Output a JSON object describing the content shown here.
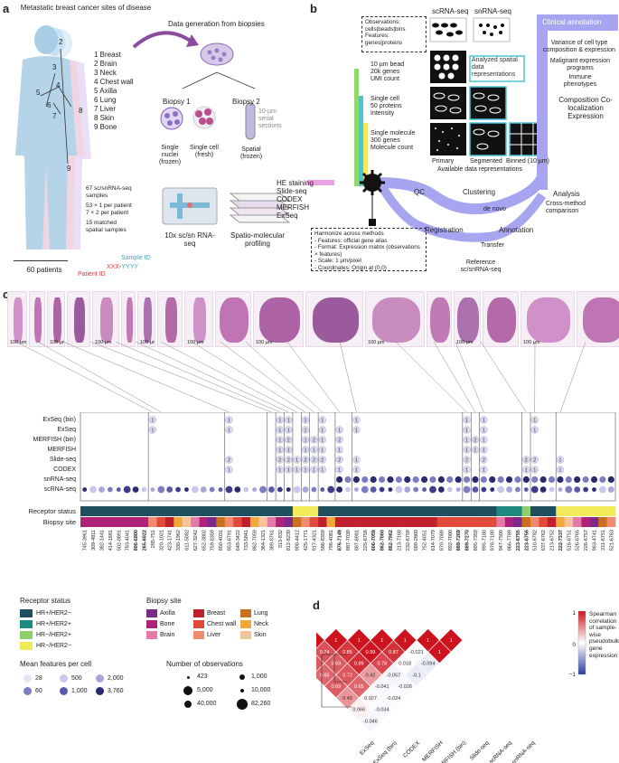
{
  "panel_a": {
    "label": "a",
    "title": "Metastatic breast cancer sites of disease",
    "sites": [
      "1 Breast",
      "2 Brain",
      "3 Neck",
      "4 Chest wall",
      "5 Axilla",
      "6 Lung",
      "7 Liver",
      "8 Skin",
      "9 Bone"
    ],
    "body_numbers": [
      "2",
      "3",
      "4",
      "5",
      "6",
      "7",
      "8",
      "9"
    ],
    "samples_text": [
      "67 sc/snRNA-seq",
      "samples",
      "53 × 1 per patient",
      "7 × 2 per patient",
      "15 matched",
      "spatial samples"
    ],
    "patients": "60 patients",
    "sample_id_label": "Sample ID",
    "patient_id_label": "Patient ID",
    "id_format_patient": "XXX",
    "id_format_sample": "YYYY",
    "data_gen_title": "Data generation from biopsies",
    "biopsy1": "Biopsy 1",
    "biopsy2": "Biopsy 2",
    "single_nuclei": "Single nuclei (frozen)",
    "single_cell": "Single cell (fresh)",
    "serial_sections": "10-µm serial sections",
    "spatial_frozen": "Spatial (frozen)",
    "rna_seq": "10x sc/sn RNA-seq",
    "spatio_profiling": "Spatio-molecular profiling"
  },
  "panel_b": {
    "label": "b",
    "scrna": "scRNA-seq",
    "snrna": "snRNA-seq",
    "clinical": "Clinical annotation",
    "obs_box": "Observations: cells|beads|bins Features: genes|proteins",
    "tier1": [
      "10 µm bead",
      "20k genes",
      "UMI count"
    ],
    "tier2": [
      "Single cell",
      "50 proteins",
      "Intensity"
    ],
    "tier3": [
      "Single molecule",
      "300 genes",
      "Molecule count"
    ],
    "analyzed": "Analyzed spatial data representations",
    "reps": [
      "Primary",
      "Segmented",
      "Binned (10 µm)"
    ],
    "available": "Available data representations",
    "methods": [
      "HE staining",
      "Slide-seq",
      "CODEX",
      "MERFISH",
      "ExSeq"
    ],
    "qc": "QC",
    "clustering": "Clustering",
    "denovo": "de novo",
    "registration": "Registration",
    "annotation": "Annotation",
    "transfer": "Transfer",
    "reference": "Reference sc/snRNA-seq",
    "analysis": "Analysis",
    "cross_method": "Cross-method comparison",
    "clinical_items": [
      "Variance of cell type composition & expression",
      "Malignant expression programs",
      "Immune phenotypes"
    ],
    "comp_title": "Composition Co-localization Expression",
    "harmonize": [
      "Harmonize across methods",
      "- Features: official gene alias",
      "- Format: Expression matrix (observations × features)",
      "- Scale: 1 µm/pixel",
      "- Coordinates: Origin at (0,0)"
    ]
  },
  "panel_c": {
    "label": "c",
    "scale_label": "100 µm",
    "rows": [
      "ExSeq (bin)",
      "ExSeq",
      "MERFISH (bin)",
      "MERFISH",
      "Slide-seq",
      "CODEX",
      "snRNA-seq",
      "scRNA-seq"
    ],
    "receptor_row": "Receptor status",
    "biopsy_row": "Biopsy site",
    "sample_ids": [
      "745-3961",
      "309-4811",
      "382-1441",
      "414-1681",
      "502-0891",
      "783-4041",
      "806-6800",
      "265-6022",
      "285-751",
      "320-1021",
      "423-1741",
      "330-1962",
      "611-5082",
      "627-3242",
      "652-3802",
      "759-8359",
      "850-4031",
      "853-6791",
      "649-3422",
      "733-5841",
      "862-7059",
      "364-1321",
      "389-8761",
      "313-932",
      "812-8239",
      "908-4412",
      "425-1771",
      "917-4321",
      "586-8359",
      "796-4081",
      "876-7149",
      "887-7039",
      "887-6981",
      "225-6756",
      "606-7059",
      "862-7060",
      "862-7062",
      "213-7168",
      "232-6759",
      "589-2860",
      "752-4051",
      "614-7079",
      "870-7089",
      "892-7000",
      "889-7269",
      "889-7270",
      "895-7359",
      "995-7180",
      "978-7180",
      "947-7509",
      "866-7789",
      "223-6755",
      "223-6756",
      "510-6782",
      "637-6762",
      "213-6752",
      "222-7337",
      "516-6751",
      "526-6765",
      "226-6757",
      "963-4741",
      "211-6751",
      "521-6763"
    ],
    "bold_ids": [
      "806-6800",
      "265-6022",
      "876-7149",
      "606-7059",
      "862-7060",
      "862-7062",
      "889-7269",
      "889-7270",
      "223-6755",
      "223-6756",
      "222-7337"
    ]
  },
  "legend": {
    "receptor_title": "Receptor status",
    "receptor_items": [
      {
        "label": "HR+/HER2−",
        "color": "#1f4e5f"
      },
      {
        "label": "HR+/HER2+",
        "color": "#1f8a80"
      },
      {
        "label": "HR−/HER2+",
        "color": "#8ccf6b"
      },
      {
        "label": "HR−/HER2−",
        "color": "#f2ea59"
      }
    ],
    "biopsy_title": "Biopsy site",
    "biopsy_items": [
      {
        "label": "Axilla",
        "color": "#7b2a8a"
      },
      {
        "label": "Breast",
        "color": "#c0202d"
      },
      {
        "label": "Lung",
        "color": "#c8701e"
      },
      {
        "label": "Bone",
        "color": "#b0227a"
      },
      {
        "label": "Chest wall",
        "color": "#e04a3a"
      },
      {
        "label": "Neck",
        "color": "#f2a93b"
      },
      {
        "label": "Brain",
        "color": "#e47aa8"
      },
      {
        "label": "Liver",
        "color": "#f28a70"
      },
      {
        "label": "Skin",
        "color": "#f6c49a"
      }
    ],
    "mean_title": "Mean features per cell",
    "mean_items": [
      "28",
      "60",
      "500",
      "1,000",
      "2,000",
      "3,760"
    ],
    "obs_title": "Number of observations",
    "obs_items": [
      "423",
      "1,000",
      "5,000",
      "10,000",
      "40,000",
      "82,260"
    ]
  },
  "panel_d": {
    "label": "d",
    "methods": [
      "ExSeq",
      "ExSeq (bin)",
      "CODEX",
      "MERFISH",
      "MERFISH (bin)",
      "Slide-seq",
      "scRNA-seq",
      "snRNA-seq"
    ],
    "colorbar_title": "Spearman correlation of sample-wise pseudobulk gene expression",
    "colorbar_ticks": [
      "1",
      "0",
      "−1"
    ]
  },
  "chart_data": {
    "type": "heatmap",
    "title": "",
    "labels": [
      "ExSeq",
      "ExSeq (bin)",
      "CODEX",
      "MERFISH",
      "MERFISH (bin)",
      "Slide-seq",
      "scRNA-seq",
      "snRNA-seq"
    ],
    "matrix": [
      [
        1,
        1,
        -0.094,
        -0.1,
        -0.026,
        -0.024,
        -0.034,
        -0.046
      ],
      [
        1,
        1,
        -0.021,
        0.018,
        -0.057,
        -0.041,
        0.027,
        0.066
      ],
      [
        -0.094,
        -0.021,
        1,
        0.87,
        0.78,
        0.42,
        0.65,
        0.45
      ],
      [
        -0.1,
        0.018,
        0.87,
        1,
        0.99,
        0.89,
        0.72,
        0.69
      ],
      [
        -0.026,
        -0.057,
        0.78,
        0.99,
        1,
        0.85,
        0.69,
        0.65
      ],
      [
        -0.024,
        -0.041,
        0.42,
        0.89,
        0.85,
        1,
        0.74,
        0.7
      ],
      [
        -0.034,
        0.027,
        0.65,
        0.72,
        0.69,
        0.74,
        1,
        0.97
      ],
      [
        -0.046,
        0.066,
        0.45,
        0.69,
        0.65,
        0.7,
        0.97,
        1
      ]
    ],
    "vmin": -1,
    "vmax": 1,
    "colorbar_label": "Spearman correlation of sample-wise pseudobulk gene expression"
  },
  "colors": {
    "flow": "#a7a5ef",
    "accent": "#8b4b9e",
    "cyan": "#48c5d8",
    "red": "#c0202d"
  }
}
